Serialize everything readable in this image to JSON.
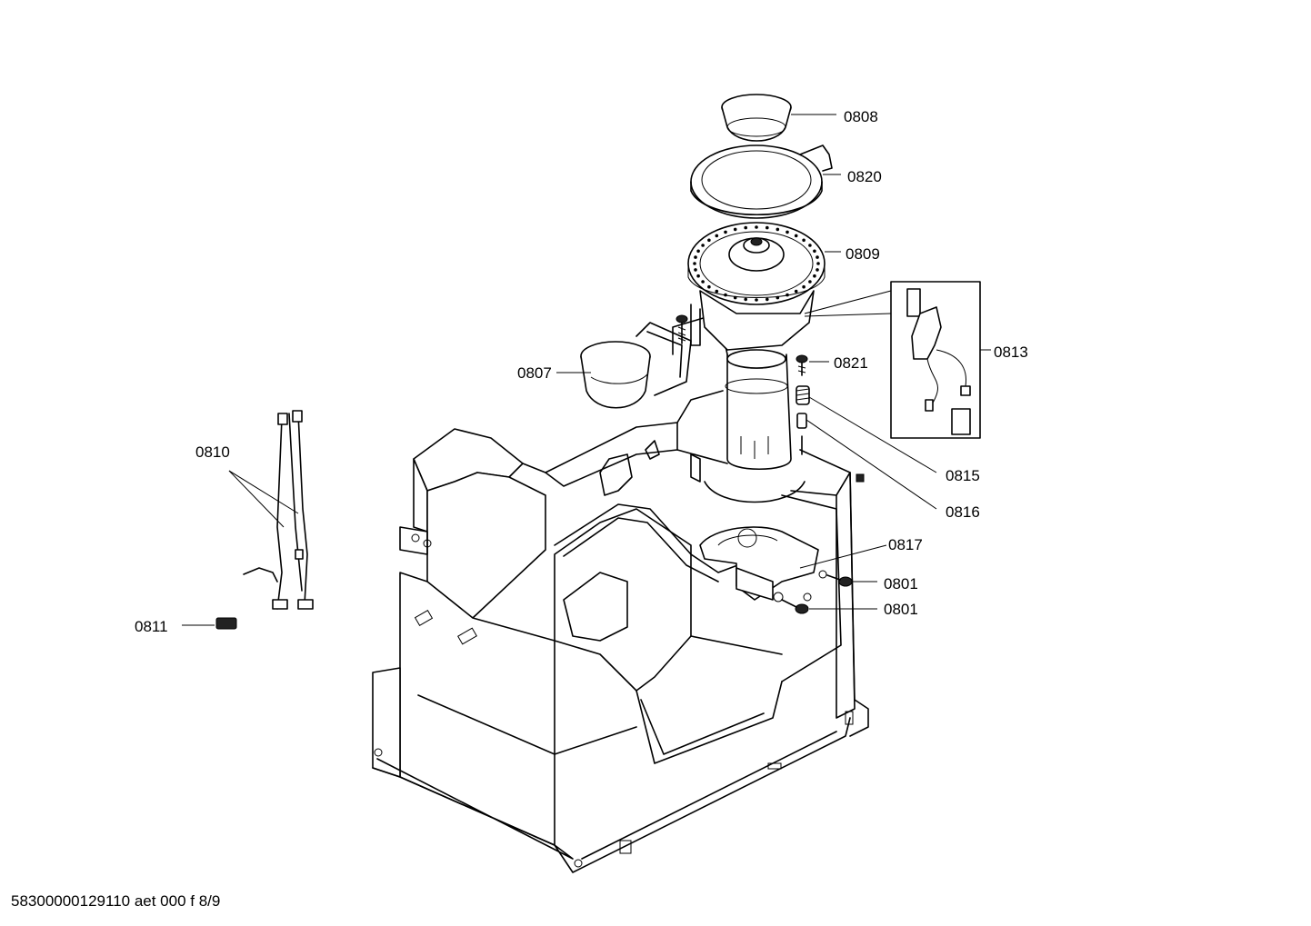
{
  "footer": {
    "code": "58300000129110 aet 000 f 8/9"
  },
  "labels": {
    "p0808": "0808",
    "p0820": "0820",
    "p0809": "0809",
    "p0813": "0813",
    "p0807": "0807",
    "p0821": "0821",
    "p0810": "0810",
    "p0815": "0815",
    "p0816": "0816",
    "p0817": "0817",
    "p0801a": "0801",
    "p0801b": "0801",
    "p0811": "0811"
  }
}
